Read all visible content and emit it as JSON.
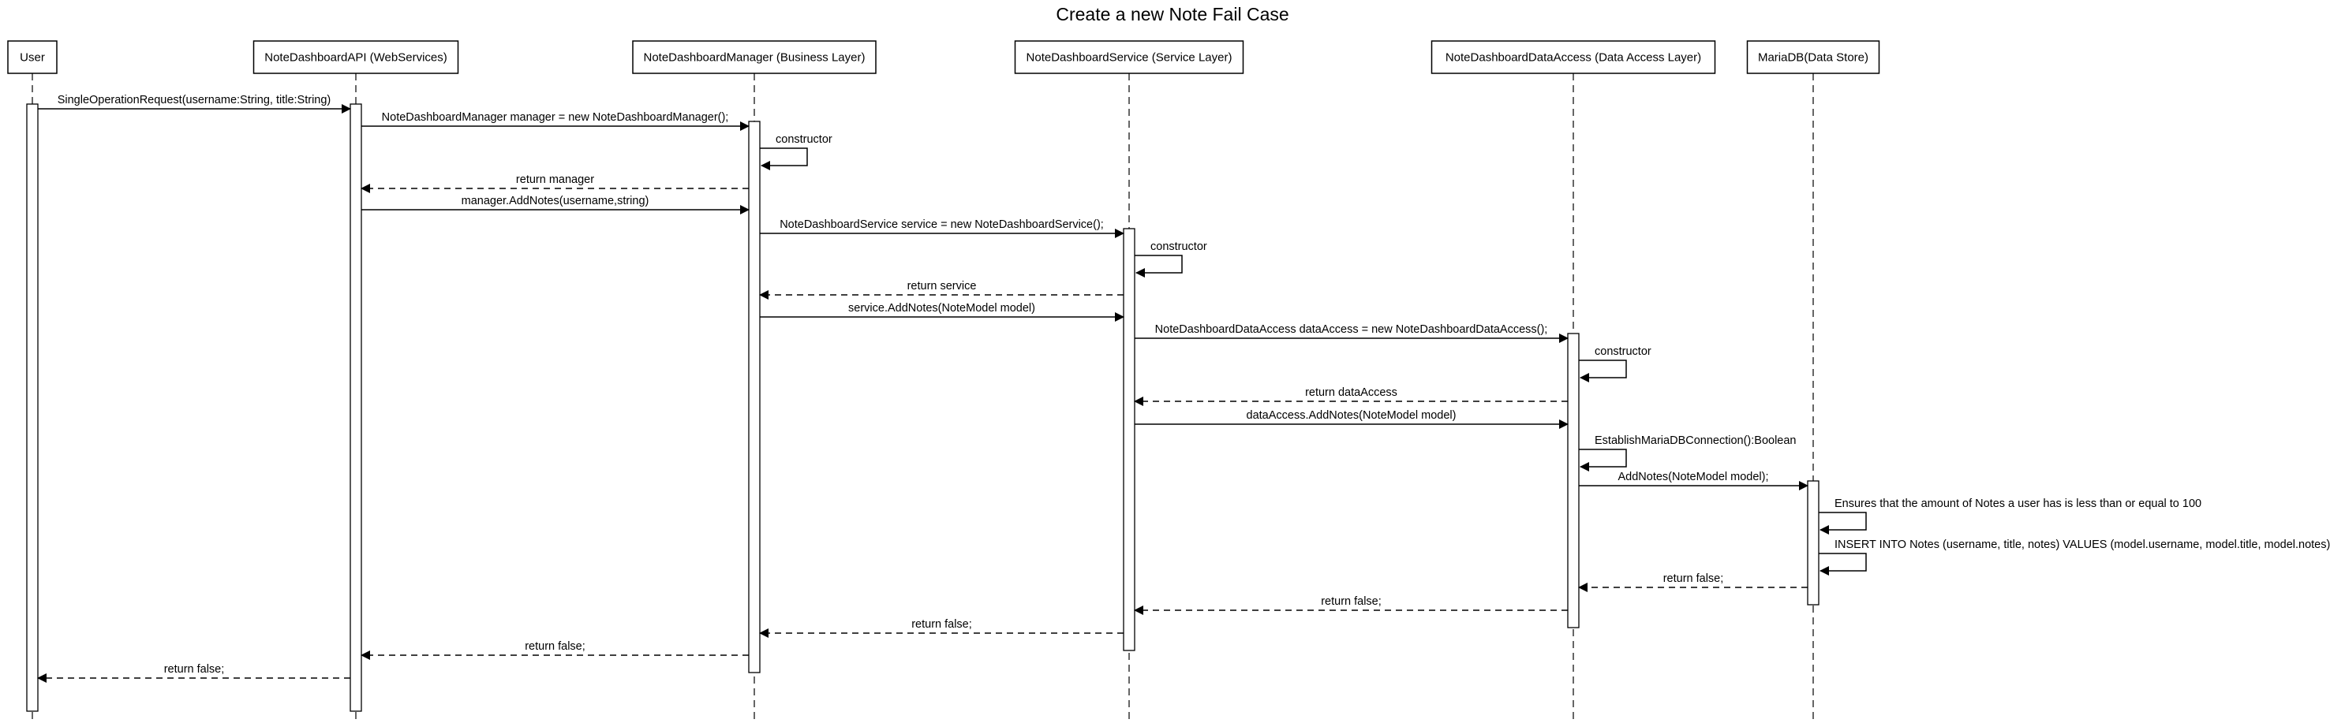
{
  "title": "Create a new Note Fail Case",
  "participants": [
    {
      "id": "user",
      "label": "User"
    },
    {
      "id": "api",
      "label": "NoteDashboardAPI (WebServices)"
    },
    {
      "id": "mgr",
      "label": "NoteDashboardManager (Business Layer)"
    },
    {
      "id": "svc",
      "label": "NoteDashboardService (Service Layer)"
    },
    {
      "id": "dal",
      "label": "NoteDashboardDataAccess (Data Access Layer)"
    },
    {
      "id": "db",
      "label": "MariaDB(Data Store)"
    }
  ],
  "messages": [
    {
      "from": "user",
      "to": "api",
      "label": "SingleOperationRequest(username:String, title:String)",
      "style": "solid"
    },
    {
      "from": "api",
      "to": "mgr",
      "label": "NoteDashboardManager manager = new NoteDashboardManager();",
      "style": "solid"
    },
    {
      "from": "mgr",
      "to": "mgr",
      "label": "constructor",
      "style": "self"
    },
    {
      "from": "mgr",
      "to": "api",
      "label": "return manager",
      "style": "dashed"
    },
    {
      "from": "api",
      "to": "mgr",
      "label": "manager.AddNotes(username,string)",
      "style": "solid"
    },
    {
      "from": "mgr",
      "to": "svc",
      "label": "NoteDashboardService service = new NoteDashboardService();",
      "style": "solid"
    },
    {
      "from": "svc",
      "to": "svc",
      "label": "constructor",
      "style": "self"
    },
    {
      "from": "svc",
      "to": "mgr",
      "label": "return service",
      "style": "dashed"
    },
    {
      "from": "mgr",
      "to": "svc",
      "label": "service.AddNotes(NoteModel model)",
      "style": "solid"
    },
    {
      "from": "svc",
      "to": "dal",
      "label": "NoteDashboardDataAccess dataAccess = new NoteDashboardDataAccess();",
      "style": "solid"
    },
    {
      "from": "dal",
      "to": "dal",
      "label": "constructor",
      "style": "self"
    },
    {
      "from": "dal",
      "to": "svc",
      "label": "return dataAccess",
      "style": "dashed"
    },
    {
      "from": "svc",
      "to": "dal",
      "label": "dataAccess.AddNotes(NoteModel model)",
      "style": "solid"
    },
    {
      "from": "dal",
      "to": "dal",
      "label": "EstablishMariaDBConnection():Boolean",
      "style": "self"
    },
    {
      "from": "dal",
      "to": "db",
      "label": "AddNotes(NoteModel model);",
      "style": "solid"
    },
    {
      "from": "db",
      "to": "db",
      "label": "Ensures that the amount of Notes a user has is less than or equal to 100",
      "style": "self"
    },
    {
      "from": "db",
      "to": "db",
      "label": "INSERT INTO Notes (username, title, notes) VALUES (model.username, model.title, model.notes)",
      "style": "self"
    },
    {
      "from": "db",
      "to": "dal",
      "label": "return false;",
      "style": "dashed"
    },
    {
      "from": "dal",
      "to": "svc",
      "label": "return false;",
      "style": "dashed"
    },
    {
      "from": "svc",
      "to": "mgr",
      "label": "return false;",
      "style": "dashed"
    },
    {
      "from": "mgr",
      "to": "api",
      "label": "return false;",
      "style": "dashed"
    },
    {
      "from": "api",
      "to": "user",
      "label": "return false;",
      "style": "dashed"
    }
  ],
  "activations": [
    {
      "participant": "user",
      "from_message": 0,
      "to_message": 21
    },
    {
      "participant": "api",
      "from_message": 0,
      "to_message": 21
    },
    {
      "participant": "mgr",
      "from_message": 1,
      "to_message": 20
    },
    {
      "participant": "svc",
      "from_message": 5,
      "to_message": 19
    },
    {
      "participant": "dal",
      "from_message": 9,
      "to_message": 18
    },
    {
      "participant": "db",
      "from_message": 14,
      "to_message": 17
    }
  ]
}
